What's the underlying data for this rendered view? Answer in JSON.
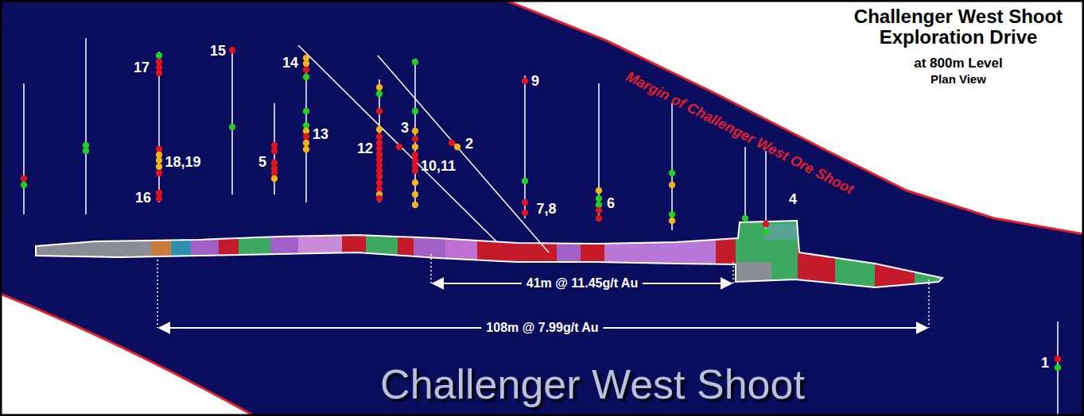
{
  "diagram": {
    "title": "Challenger West Shoot Exploration Drive",
    "labels": [
      "at 800m Level",
      "Plan View",
      "Margin of Challenger West Ore Shoot",
      "41m @ 11.45g/t Au",
      "108m @ 7.99g/t Au",
      "Challenger West Shoot",
      "17",
      "15",
      "14",
      "9",
      "13",
      "2",
      "3",
      "12",
      "10,11",
      "5",
      "18,19",
      "16",
      "7,8",
      "6",
      "4",
      "1"
    ]
  }
}
